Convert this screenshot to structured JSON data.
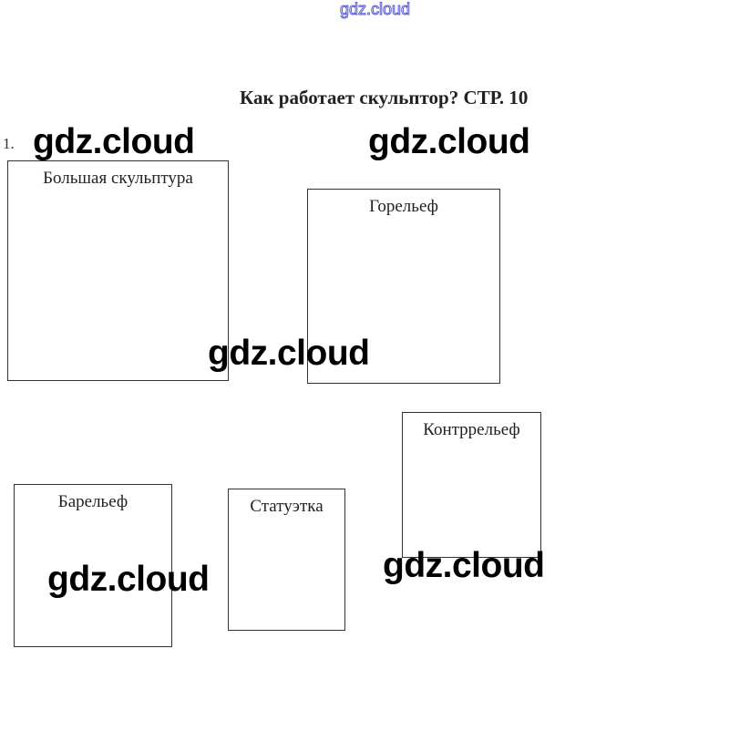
{
  "watermark": "gdz.cloud",
  "title": "Как работает скульптор? СТР. 10",
  "task_number": "1.",
  "boxes": [
    {
      "label": "Большая скульптура"
    },
    {
      "label": "Горельеф"
    },
    {
      "label": "Контррельеф"
    },
    {
      "label": "Барельеф"
    },
    {
      "label": "Статуэтка"
    }
  ]
}
